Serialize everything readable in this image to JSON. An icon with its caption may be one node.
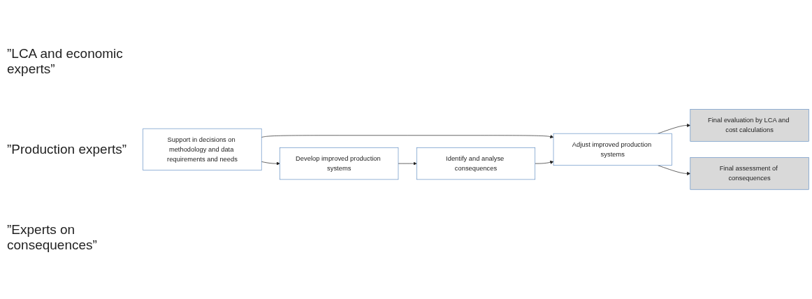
{
  "diagram": {
    "nodes": [
      {
        "text": [
          "Support in decisions on methodology and data requirements and needs"
        ]
      },
      {
        "text": [
          "Final evaluation by LCA and cost calculations"
        ]
      },
      {
        "text": [
          "Develop improved production systems"
        ]
      },
      {
        "text": [
          "Adjust improved production systems"
        ]
      },
      {
        "text": [
          "Identify and analyse consequences"
        ]
      },
      {
        "text": [
          "Final assessment of consequences"
        ]
      }
    ],
    "edges": [
      {
        "from": 0,
        "to": 2,
        "arrow": "to"
      },
      {
        "from": 0,
        "to": 3,
        "arrow": "to"
      },
      {
        "from": 3,
        "to": 1,
        "arrow": "to"
      },
      {
        "from": 2,
        "to": 4,
        "arrow": "to"
      },
      {
        "from": 4,
        "to": 3,
        "arrow": "to"
      },
      {
        "from": 3,
        "to": 5,
        "arrow": "to"
      }
    ],
    "labels": [
      "”LCA and economic experts”",
      "”Production experts”",
      "”Experts on consequences”"
    ]
  }
}
